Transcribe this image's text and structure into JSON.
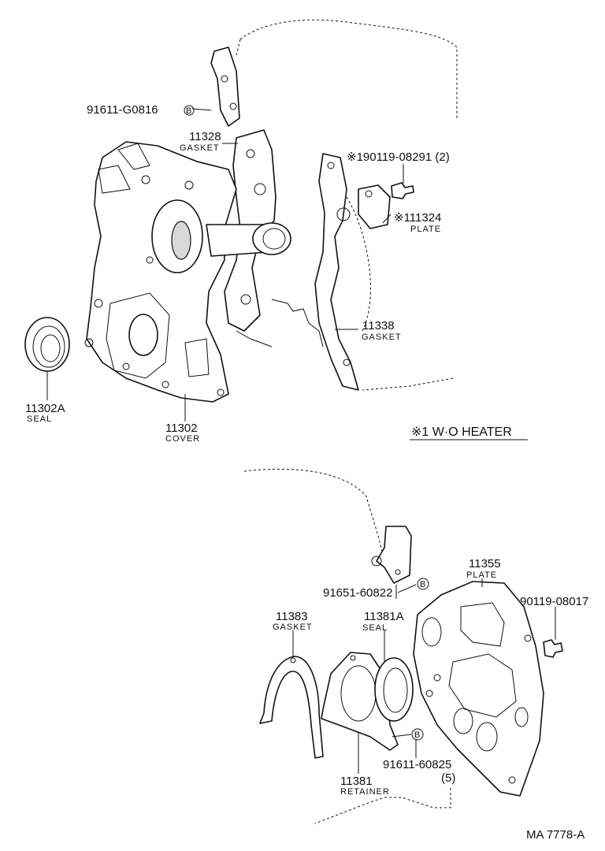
{
  "labels": {
    "l_91611G0816": "91611-G0816",
    "l_11328_num": "11328",
    "l_11328_name": "GASKET",
    "l_190119": "※190119-08291 (2)",
    "l_111324_num": "※111324",
    "l_111324_name": "PLATE",
    "l_11338_num": "11338",
    "l_11338_name": "GASKET",
    "l_11302A_num": "11302A",
    "l_11302A_name": "SEAL",
    "l_11302_num": "11302",
    "l_11302_name": "COVER",
    "l_note": "※1 W·O HEATER",
    "l_11355_num": "11355",
    "l_11355_name": "PLATE",
    "l_90119": "90119-08017",
    "l_91651": "91651-60822",
    "l_11383_num": "11383",
    "l_11383_name": "GASKET",
    "l_11381A_num": "11381A",
    "l_11381A_name": "SEAL",
    "l_91611_60825": "91611-60825",
    "l_qty5": "(5)",
    "l_11381_num": "11381",
    "l_11381_name": "RETAINER",
    "l_code": "MA 7778-A"
  },
  "markers": {
    "b": "B"
  }
}
